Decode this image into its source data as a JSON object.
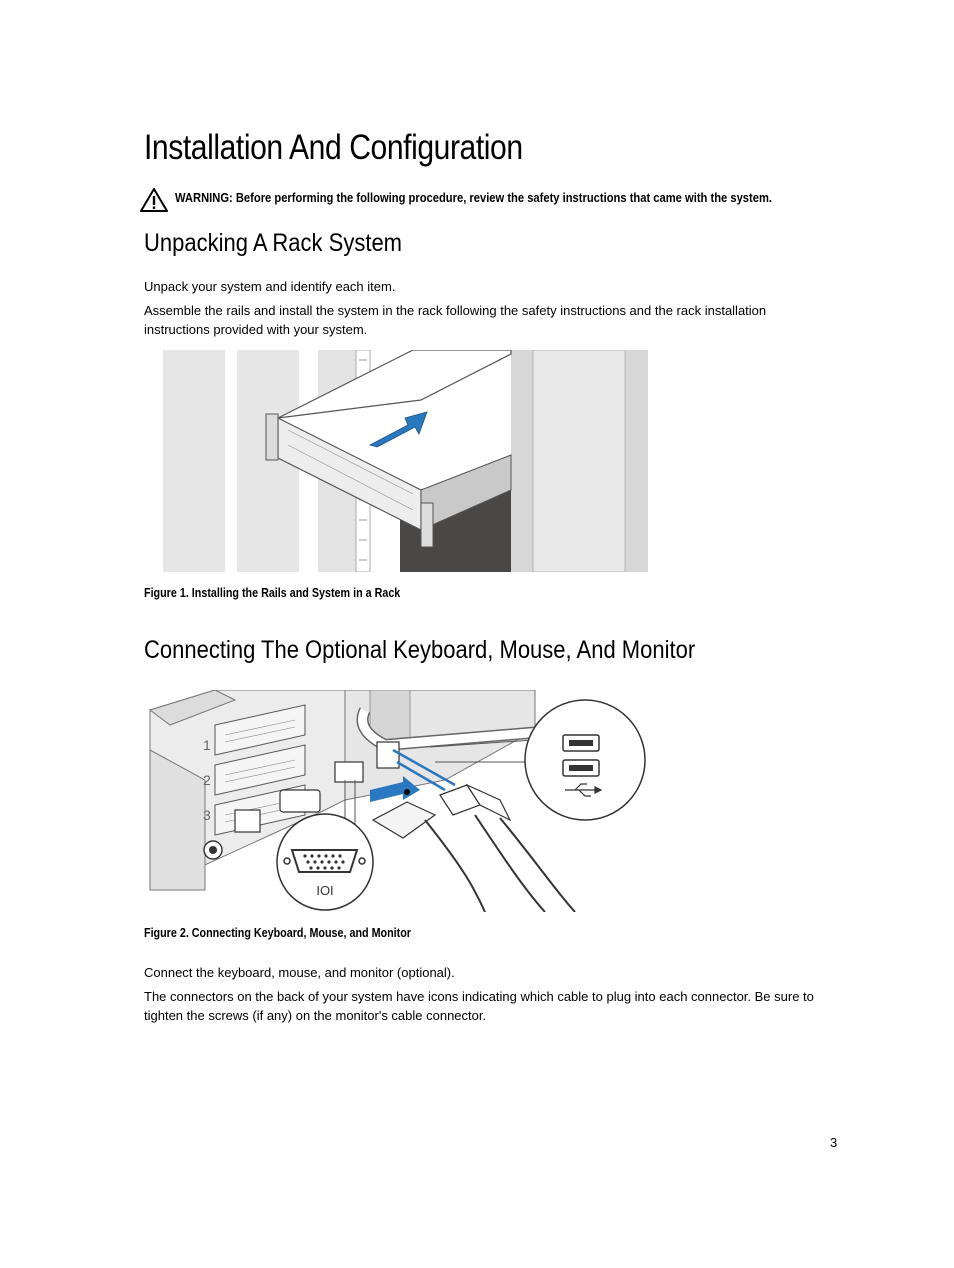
{
  "title": "Installation And Configuration",
  "warning": {
    "icon": "warning-triangle-icon",
    "text": "WARNING: Before performing the following procedure, review the safety instructions that came with the system."
  },
  "section1": {
    "heading": "Unpacking A Rack System",
    "para1": "Unpack your system and identify each item.",
    "para2": "Assemble the rails and install the system in the rack following the safety instructions and the rack installation instructions provided with your system.",
    "figure_caption": "Figure 1. Installing the Rails and System in a Rack"
  },
  "section2": {
    "heading": "Connecting The Optional Keyboard, Mouse, And Monitor",
    "figure_caption": "Figure 2. Connecting Keyboard, Mouse, and Monitor",
    "para1": "Connect the keyboard, mouse, and monitor (optional).",
    "para2": "The connectors on the back of your system have icons indicating which cable to plug into each connector. Be sure to tighten the screws (if any) on the monitor's cable connector.",
    "figure_labels": {
      "slot1": "1",
      "slot2": "2",
      "slot3": "3",
      "vga_label": "IOI"
    }
  },
  "colors": {
    "arrow_blue": "#2a78bf",
    "rack_dark": "#4a4747",
    "panel_gray": "#e6e6e6"
  },
  "page_number": "3"
}
